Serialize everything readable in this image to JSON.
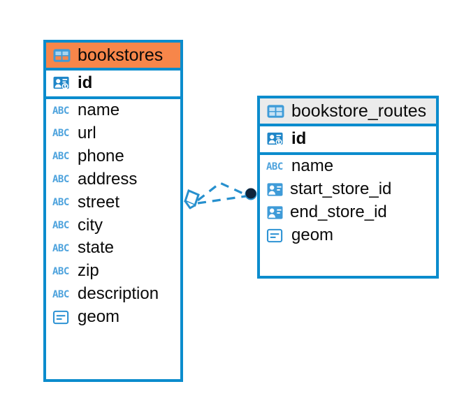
{
  "diagram": {
    "type": "entity-relationship-diagram",
    "colors": {
      "border_blue": "#0b8ccd",
      "header_orange": "#f7864a",
      "header_gray": "#ebebeb",
      "icon_blue": "#3e9bd8",
      "abc_blue": "#4ea3dd",
      "relation_endpoint_dark": "#10243a",
      "background": "#ffffff"
    },
    "entities": [
      {
        "id": "bookstores",
        "title": "bookstores",
        "header_style": "accent-orange",
        "header_icon": "table-icon-orange",
        "fields": [
          {
            "name": "id",
            "icon": "primary-key-icon",
            "key": true
          },
          {
            "name": "name",
            "icon": "abc-text-icon",
            "key": false
          },
          {
            "name": "url",
            "icon": "abc-text-icon",
            "key": false
          },
          {
            "name": "phone",
            "icon": "abc-text-icon",
            "key": false
          },
          {
            "name": "address",
            "icon": "abc-text-icon",
            "key": false
          },
          {
            "name": "street",
            "icon": "abc-text-icon",
            "key": false
          },
          {
            "name": "city",
            "icon": "abc-text-icon",
            "key": false
          },
          {
            "name": "state",
            "icon": "abc-text-icon",
            "key": false
          },
          {
            "name": "zip",
            "icon": "abc-text-icon",
            "key": false
          },
          {
            "name": "description",
            "icon": "abc-text-icon",
            "key": false
          },
          {
            "name": "geom",
            "icon": "geometry-icon",
            "key": false
          }
        ]
      },
      {
        "id": "bookstore_routes",
        "title": "bookstore_routes",
        "header_style": "accent-gray",
        "header_icon": "table-icon-blue",
        "fields": [
          {
            "name": "id",
            "icon": "primary-key-icon",
            "key": true
          },
          {
            "name": "name",
            "icon": "abc-text-icon",
            "key": false
          },
          {
            "name": "start_store_id",
            "icon": "foreign-key-icon",
            "key": false
          },
          {
            "name": "end_store_id",
            "icon": "foreign-key-icon",
            "key": false
          },
          {
            "name": "geom",
            "icon": "geometry-icon",
            "key": false
          }
        ]
      }
    ],
    "relationship": {
      "name": "bookstores-to-bookstore_routes",
      "style": "dashed",
      "source_marker": "diamond-open",
      "target_marker": "circle-filled"
    }
  }
}
